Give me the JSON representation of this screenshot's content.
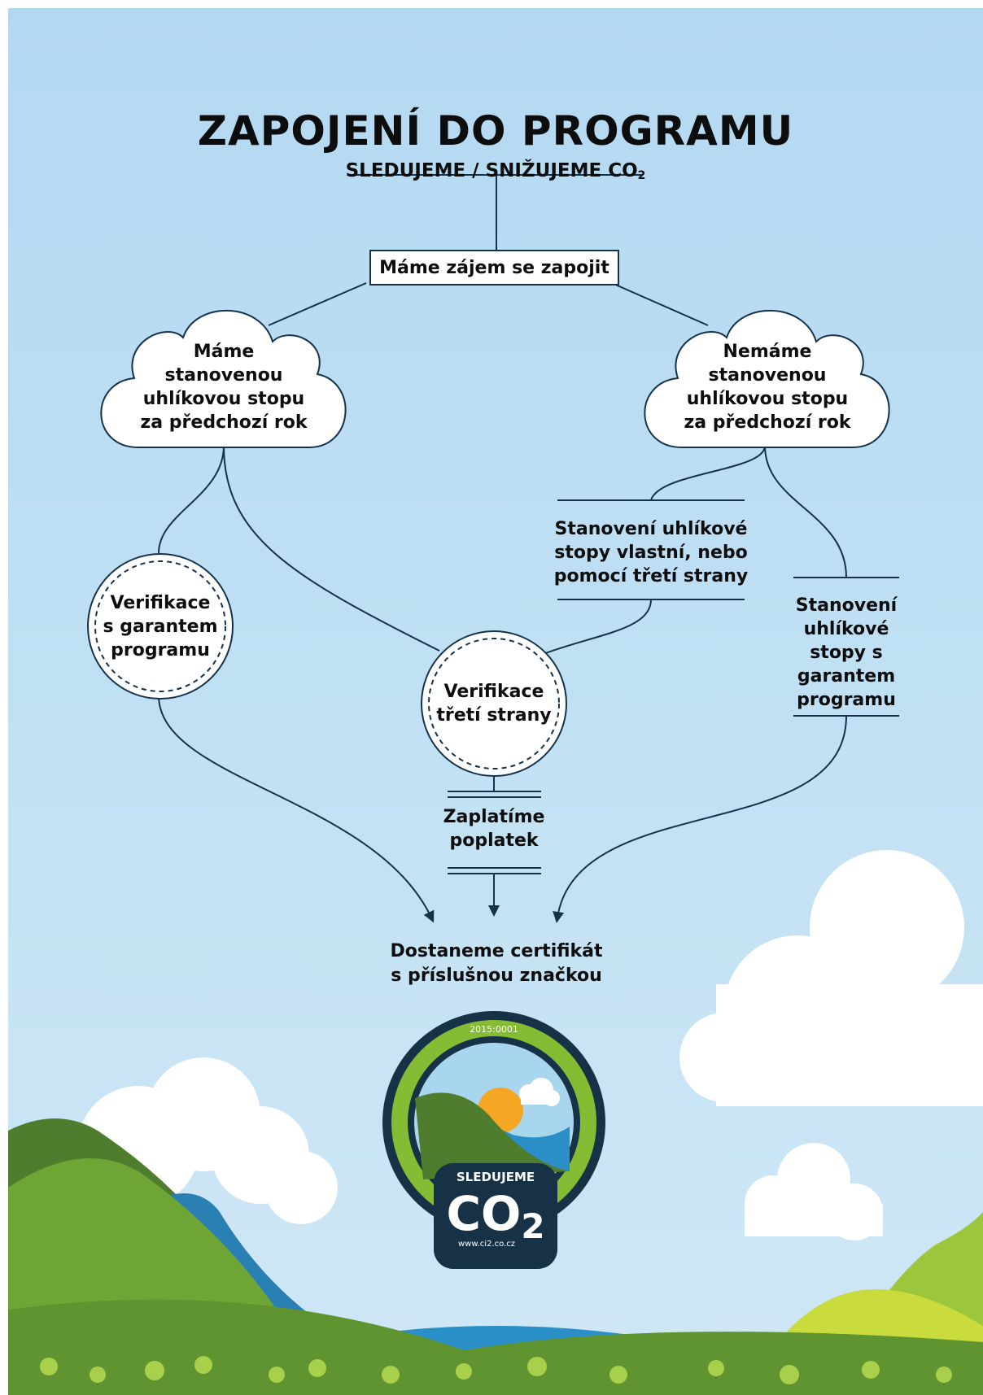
{
  "header": {
    "title": "ZAPOJENÍ DO PROGRAMU",
    "subtitle": "SLEDUJEME / SNIŽUJEME CO",
    "subtitle_sub": "2"
  },
  "nodes": {
    "start": "Máme zájem se zapojit",
    "have_footprint": [
      "Máme",
      "stanovenou",
      "uhlíkovou stopu",
      "za předchozí rok"
    ],
    "no_footprint": [
      "Nemáme",
      "stanovenou",
      "uhlíkovou stopu",
      "za předchozí rok"
    ],
    "self_or_third": [
      "Stanovení uhlíkové",
      "stopy vlastní, nebo",
      "pomocí třetí strany"
    ],
    "with_guarantor": [
      "Stanovení",
      "uhlíkové",
      "stopy s",
      "garantem",
      "programu"
    ],
    "verify_guarantor": [
      "Verifikace",
      "s garantem",
      "programu"
    ],
    "verify_third": [
      "Verifikace",
      "třetí strany"
    ],
    "fee": [
      "Zaplatíme",
      "poplatek"
    ],
    "certificate": [
      "Dostaneme certifikát",
      "s příslušnou značkou"
    ]
  },
  "badge": {
    "code": "2015:0001",
    "label": "SLEDUJEME",
    "mark": "CO",
    "mark_sub": "2",
    "url": "www.ci2.co.cz"
  },
  "colors": {
    "sky": "#b3d9f1",
    "line": "#16324a",
    "hill_dark": "#4f7d2d",
    "hill_green": "#7ab43c",
    "hill_light": "#c5d83a",
    "water": "#2a8fc6",
    "badge_dark": "#173246",
    "badge_ring": "#86bb34"
  }
}
